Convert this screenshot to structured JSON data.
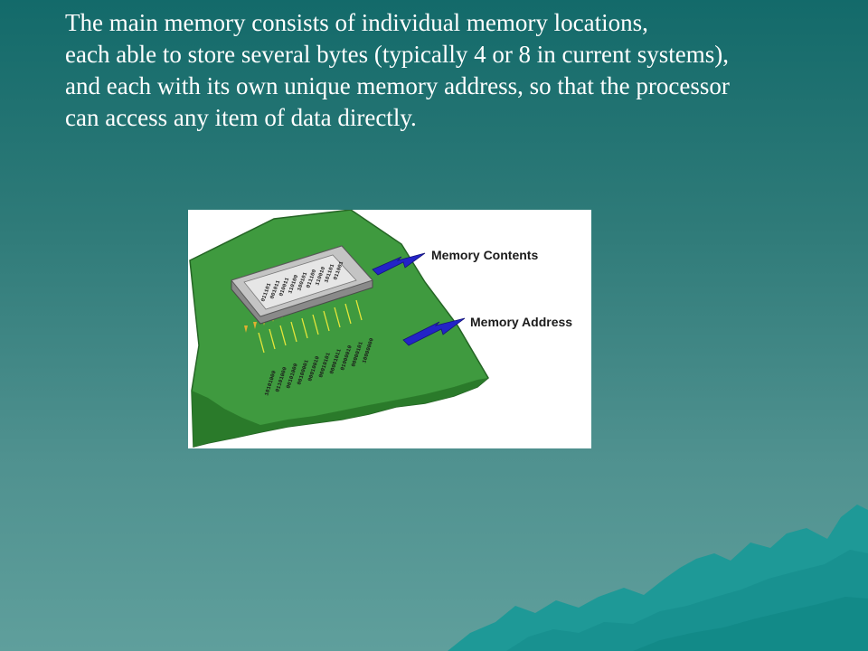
{
  "slide": {
    "body_lines": [
      "The main memory consists of individual memory locations,",
      "each able to store several bytes (typically 4 or 8 in current systems),",
      "and each with its own unique memory address, so that the processor",
      "can access any item of data directly."
    ]
  },
  "figure": {
    "contents_label": "Memory Contents",
    "address_label": "Memory Address",
    "board_color": "#3f9a3f",
    "arrow_color": "#2323c8",
    "trace_color": "#e6e63a"
  },
  "colors": {
    "background_top": "#136a6a",
    "background_bottom": "#5f9f9c",
    "mountain": "#1f9c9a",
    "text": "#ffffff"
  }
}
